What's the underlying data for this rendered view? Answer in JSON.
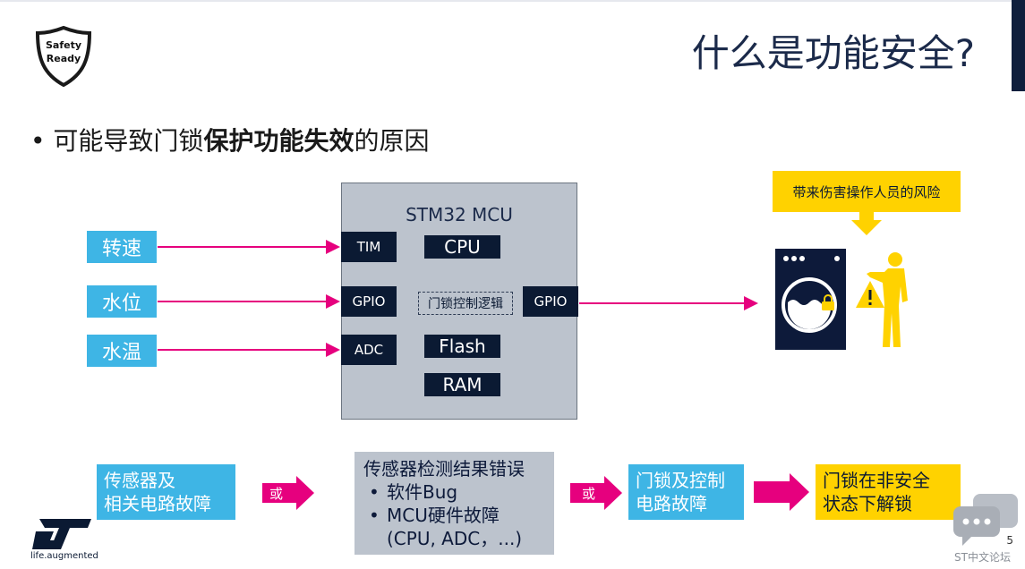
{
  "badge": {
    "line1": "Safety",
    "line2": "Ready"
  },
  "title": "什么是功能安全?",
  "bullet": {
    "prefix": "可能导致门锁",
    "bold": "保护功能失效",
    "suffix": "的原因"
  },
  "mcu": {
    "title": "STM32 MCU",
    "tim": "TIM",
    "cpu": "CPU",
    "gpio_in": "GPIO",
    "logic": "门锁控制逻辑",
    "gpio_out": "GPIO",
    "adc": "ADC",
    "flash": "Flash",
    "ram": "RAM"
  },
  "sensors": {
    "speed": "转速",
    "level": "水位",
    "temp": "水温"
  },
  "risk_label": "带来伤害操作人员的风险",
  "bottom": {
    "sensor_fault_1": "传感器及",
    "sensor_fault_2": "相关电路故障",
    "or1": "或",
    "detect_title": "传感器检测结果错误",
    "detect_item1": "软件Bug",
    "detect_item2a": "MCU硬件故障",
    "detect_item2b": "(CPU, ADC，...)",
    "or2": "或",
    "lock_fault_1": "门锁及控制",
    "lock_fault_2": "电路故障",
    "result_1": "门锁在非安全",
    "result_2": "状态下解锁"
  },
  "logo": {
    "tagline": "life.augmented"
  },
  "page_number": "5",
  "footer_text": "ST中文论坛",
  "colors": {
    "navy": "#0b1a33",
    "cyan": "#3eb5e5",
    "magenta": "#e6007e",
    "yellow": "#ffd200",
    "gray": "#bcc3cd"
  },
  "icons": [
    "shield-badge-icon",
    "st-logo-icon",
    "washing-machine-icon",
    "lock-icon",
    "warning-icon",
    "person-icon",
    "down-arrow-icon",
    "chat-bubble-icon"
  ]
}
